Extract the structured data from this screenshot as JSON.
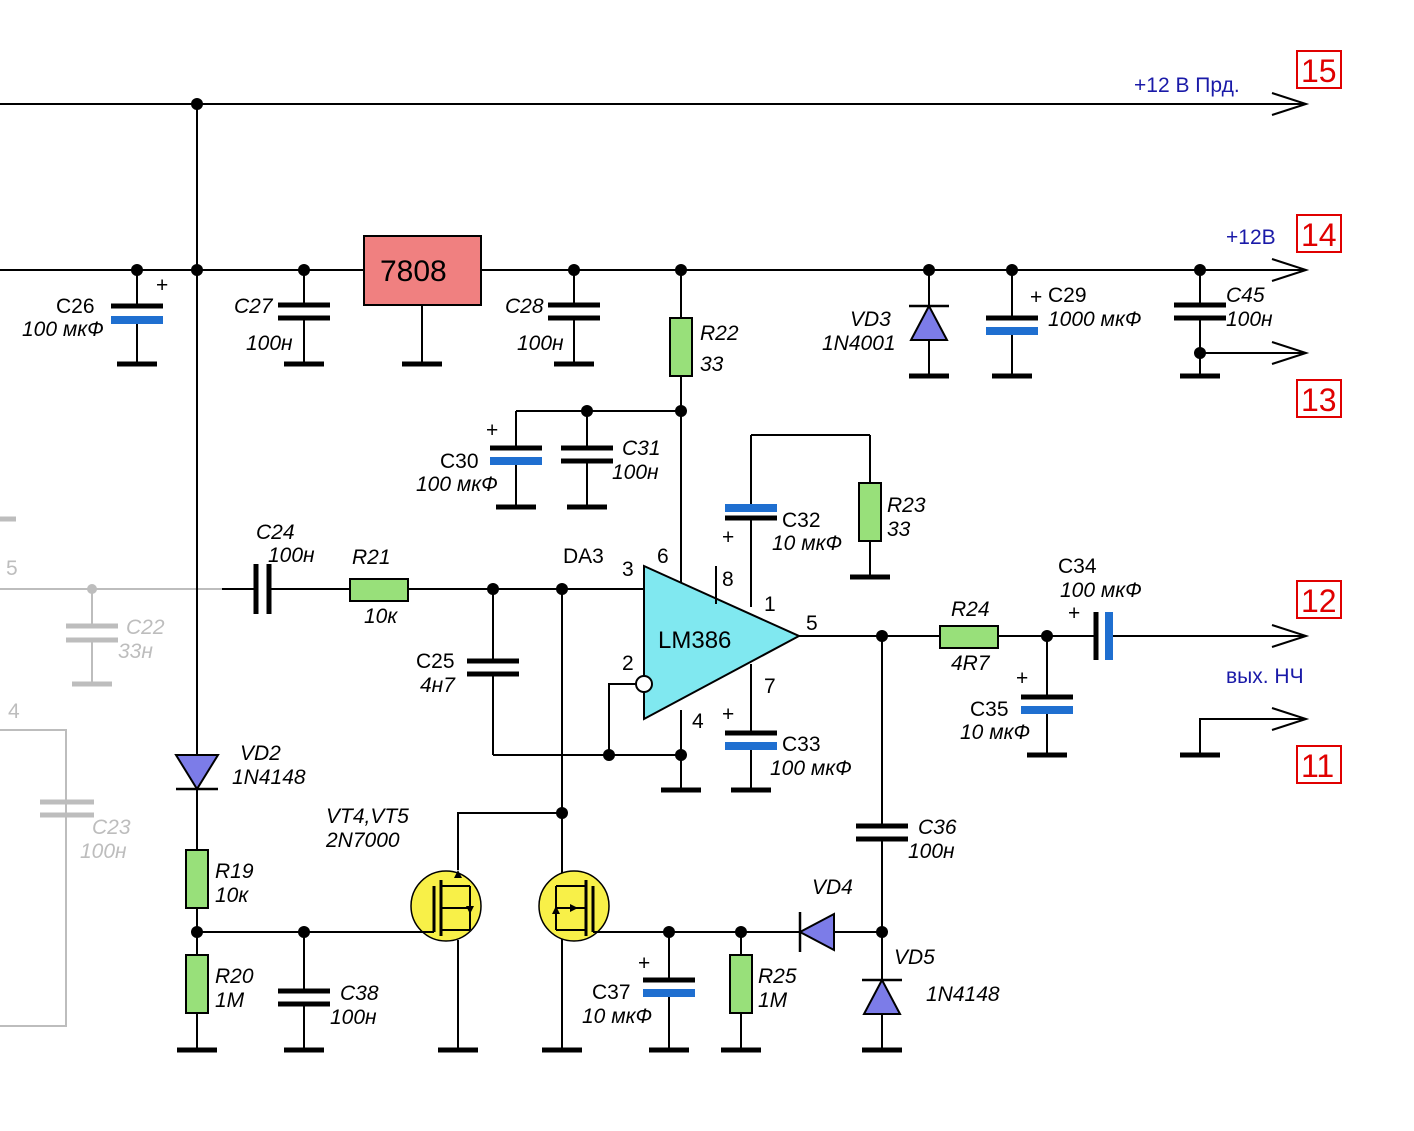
{
  "rails": {
    "rail15_label": "+12 В Прд.",
    "rail14_label": "+12В",
    "out_label": "вых. НЧ"
  },
  "terminals": [
    "15",
    "14",
    "13",
    "12",
    "11"
  ],
  "chips": {
    "regulator": "7808",
    "amp_name": "LM386",
    "amp_ref": "DA3",
    "pins": {
      "p3": "3",
      "p6": "6",
      "p8": "8",
      "p1": "1",
      "p5": "5",
      "p2": "2",
      "p4": "4",
      "p7": "7"
    }
  },
  "components": {
    "C26": {
      "ref": "C26",
      "val": "100 мкФ"
    },
    "C27": {
      "ref": "C27",
      "val": "100н"
    },
    "C28": {
      "ref": "C28",
      "val": "100н"
    },
    "R22": {
      "ref": "R22",
      "val": "33"
    },
    "VD3": {
      "ref": "VD3",
      "val": "1N4001"
    },
    "C29": {
      "ref": "C29",
      "val": "1000 мкФ"
    },
    "C45": {
      "ref": "C45",
      "val": "100н"
    },
    "C30": {
      "ref": "C30",
      "val": "100 мкФ"
    },
    "C31": {
      "ref": "C31",
      "val": "100н"
    },
    "C32": {
      "ref": "C32",
      "val": "10 мкФ"
    },
    "R23": {
      "ref": "R23",
      "val": "33"
    },
    "C24": {
      "ref": "C24",
      "val": "100н"
    },
    "R21": {
      "ref": "R21",
      "val": "10к"
    },
    "C25": {
      "ref": "C25",
      "val": "4н7"
    },
    "R24": {
      "ref": "R24",
      "val": "4R7"
    },
    "C34": {
      "ref": "C34",
      "val": "100 мкФ"
    },
    "C35": {
      "ref": "C35",
      "val": "10 мкФ"
    },
    "C33": {
      "ref": "C33",
      "val": "100 мкФ"
    },
    "VD2": {
      "ref": "VD2",
      "val": "1N4148"
    },
    "VT45": {
      "ref": "VT4,VT5",
      "val": "2N7000"
    },
    "R19": {
      "ref": "R19",
      "val": "10к"
    },
    "R20": {
      "ref": "R20",
      "val": "1М"
    },
    "C38": {
      "ref": "C38",
      "val": "100н"
    },
    "C37": {
      "ref": "C37",
      "val": "10 мкФ"
    },
    "R25": {
      "ref": "R25",
      "val": "1М"
    },
    "VD4": {
      "ref": "VD4"
    },
    "VD5": {
      "ref": "VD5",
      "val": "1N4148"
    },
    "C36": {
      "ref": "C36",
      "val": "100н"
    },
    "C22": {
      "ref": "C22",
      "val": "33н"
    },
    "C23": {
      "ref": "C23",
      "val": "100н"
    }
  },
  "faded_nodes": {
    "n5": "5",
    "n4": "4"
  },
  "plus_sign": "+",
  "colors": {
    "terminal_red": "#e00000",
    "rail_label_blue": "#1a1aa8",
    "regulator_fill": "#f08080",
    "opamp_fill": "#80e8f0",
    "resistor_fill": "#98e07a",
    "electrolytic_plate": "#1f6fd0",
    "diode_fill": "#7c7ce8",
    "transistor_fill": "#f8f048",
    "faded": "#bdbdbd"
  }
}
